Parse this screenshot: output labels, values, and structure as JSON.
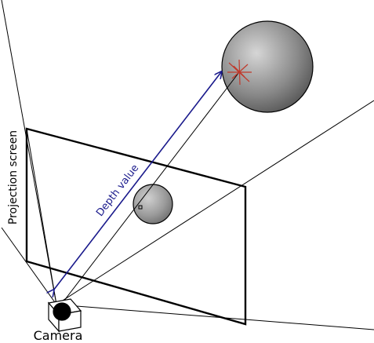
{
  "labels": {
    "camera": "Camera",
    "projection_screen": "Projection screen",
    "depth_value": "Depth value"
  },
  "colors": {
    "line": "#000000",
    "depth_arrow": "#1a1a8c",
    "hit_marker": "#c0392b",
    "sphere_light": "#c9c9c9",
    "sphere_dark": "#505050",
    "background": "#ffffff"
  },
  "elements": {
    "camera": "cube with lens",
    "far_sphere": "large gray sphere",
    "near_sphere": "small gray sphere",
    "screen": "projection plane",
    "frustum": "view frustum edges",
    "depth_arrow": "double-headed arrow",
    "hit_marker": "red star"
  }
}
